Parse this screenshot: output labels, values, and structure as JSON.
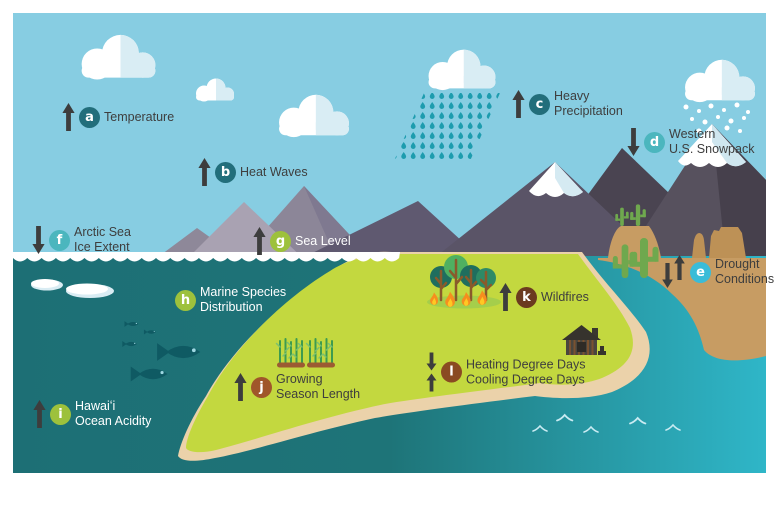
{
  "items": [
    {
      "id": "a",
      "letter": "a",
      "label": "Temperature",
      "trend": "up",
      "badge_color": "#226E7B"
    },
    {
      "id": "b",
      "letter": "b",
      "label": "Heat Waves",
      "trend": "up",
      "badge_color": "#226E7B"
    },
    {
      "id": "c",
      "letter": "c",
      "label": "Heavy\nPrecipitation",
      "trend": "up",
      "badge_color": "#226E7B"
    },
    {
      "id": "d",
      "letter": "d",
      "label": "Western\nU.S. Snowpack",
      "trend": "down",
      "badge_color": "#4BB6BE"
    },
    {
      "id": "e",
      "letter": "e",
      "label": "Drought\nConditions",
      "trend": "down-up",
      "badge_color": "#3ABCD8"
    },
    {
      "id": "f",
      "letter": "f",
      "label": "Arctic Sea\nIce Extent",
      "trend": "down",
      "badge_color": "#4BB6BE"
    },
    {
      "id": "g",
      "letter": "g",
      "label": "Sea Level",
      "trend": "up",
      "badge_color": "#9DC13C"
    },
    {
      "id": "h",
      "letter": "h",
      "label": "Marine Species\nDistribution",
      "trend": "none",
      "badge_color": "#9DC13C"
    },
    {
      "id": "i",
      "letter": "i",
      "label": "Hawaiʻi\nOcean Acidity",
      "trend": "up",
      "badge_color": "#9DC13C"
    },
    {
      "id": "j",
      "letter": "j",
      "label": "Growing\nSeason Length",
      "trend": "up",
      "badge_color": "#A0562A"
    },
    {
      "id": "k",
      "letter": "k",
      "label": "Wildfires",
      "trend": "up",
      "badge_color": "#6B3A1F"
    },
    {
      "id": "l",
      "letter": "l",
      "label": "Heating Degree Days\nCooling Degree Days",
      "trend": "down-up",
      "badge_color": "#8A4A22"
    }
  ],
  "icons": [
    "cloud-icon",
    "rain-cloud-icon",
    "snow-cloud-icon",
    "mountain-icon",
    "snow-cap-icon",
    "ice-floe-icon",
    "fish-icon",
    "crops-icon",
    "burning-trees-icon",
    "house-icon",
    "cactus-icon",
    "mesa-icon",
    "wave-icon",
    "up-arrow-icon",
    "down-arrow-icon"
  ],
  "palette": {
    "sky": "#87CDE2",
    "cloud_shade": "#D9EDF4",
    "rain": "#1D9CAE",
    "mountain_light": "#A9A2B2",
    "mountain_mid": "#8C8698",
    "mountain_dark": "#575064",
    "ocean_left": "#1D6F75",
    "ocean_right": "#2EB4C6",
    "land_green": "#C3D83F",
    "sand": "#EBD2AA",
    "desert": "#C79C63",
    "mesa": "#BD9156",
    "cactus": "#6FA84E",
    "arrow": "#3D3D3D",
    "text_dark": "#3E3E3E",
    "text_light": "#FFFFFF",
    "flame_orange": "#F68E1E",
    "flame_yellow": "#FFC823",
    "fish": "#0F5A63"
  }
}
